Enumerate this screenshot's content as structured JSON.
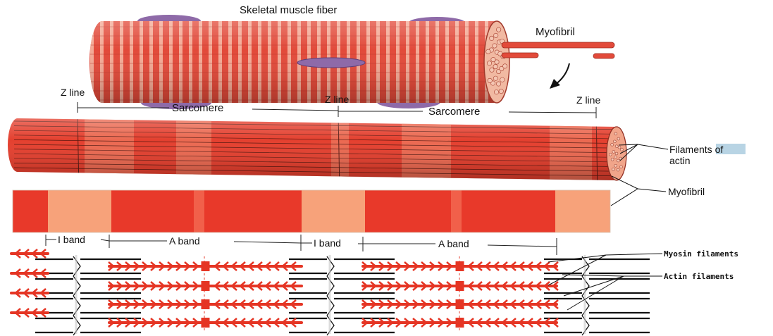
{
  "labels": {
    "fiber_title": "Skeletal muscle fiber",
    "myofibril_top": "Myofibril",
    "z_line_left": "Z line",
    "z_line_mid": "Z line",
    "z_line_right": "Z line",
    "sarcomere_1": "Sarcomere",
    "sarcomere_2": "Sarcomere",
    "filaments_line1": "Filaments of",
    "filaments_line2": "actin",
    "myofibril_mid": "Myofibril",
    "i_band_1": "I band",
    "a_band_1": "A band",
    "i_band_2": "I band",
    "a_band_2": "A band",
    "myosin_filaments": "Myosin filaments",
    "actin_filaments": "Actin filaments"
  },
  "colors": {
    "dark_band": "#e8392a",
    "light_band": "#f7a27a",
    "fiber_red": "#e24a3a",
    "fiber_stripe": "#f8c9b4",
    "nucleus": "#8e6aa8",
    "actin": "#111111",
    "myosin": "#e53524"
  }
}
